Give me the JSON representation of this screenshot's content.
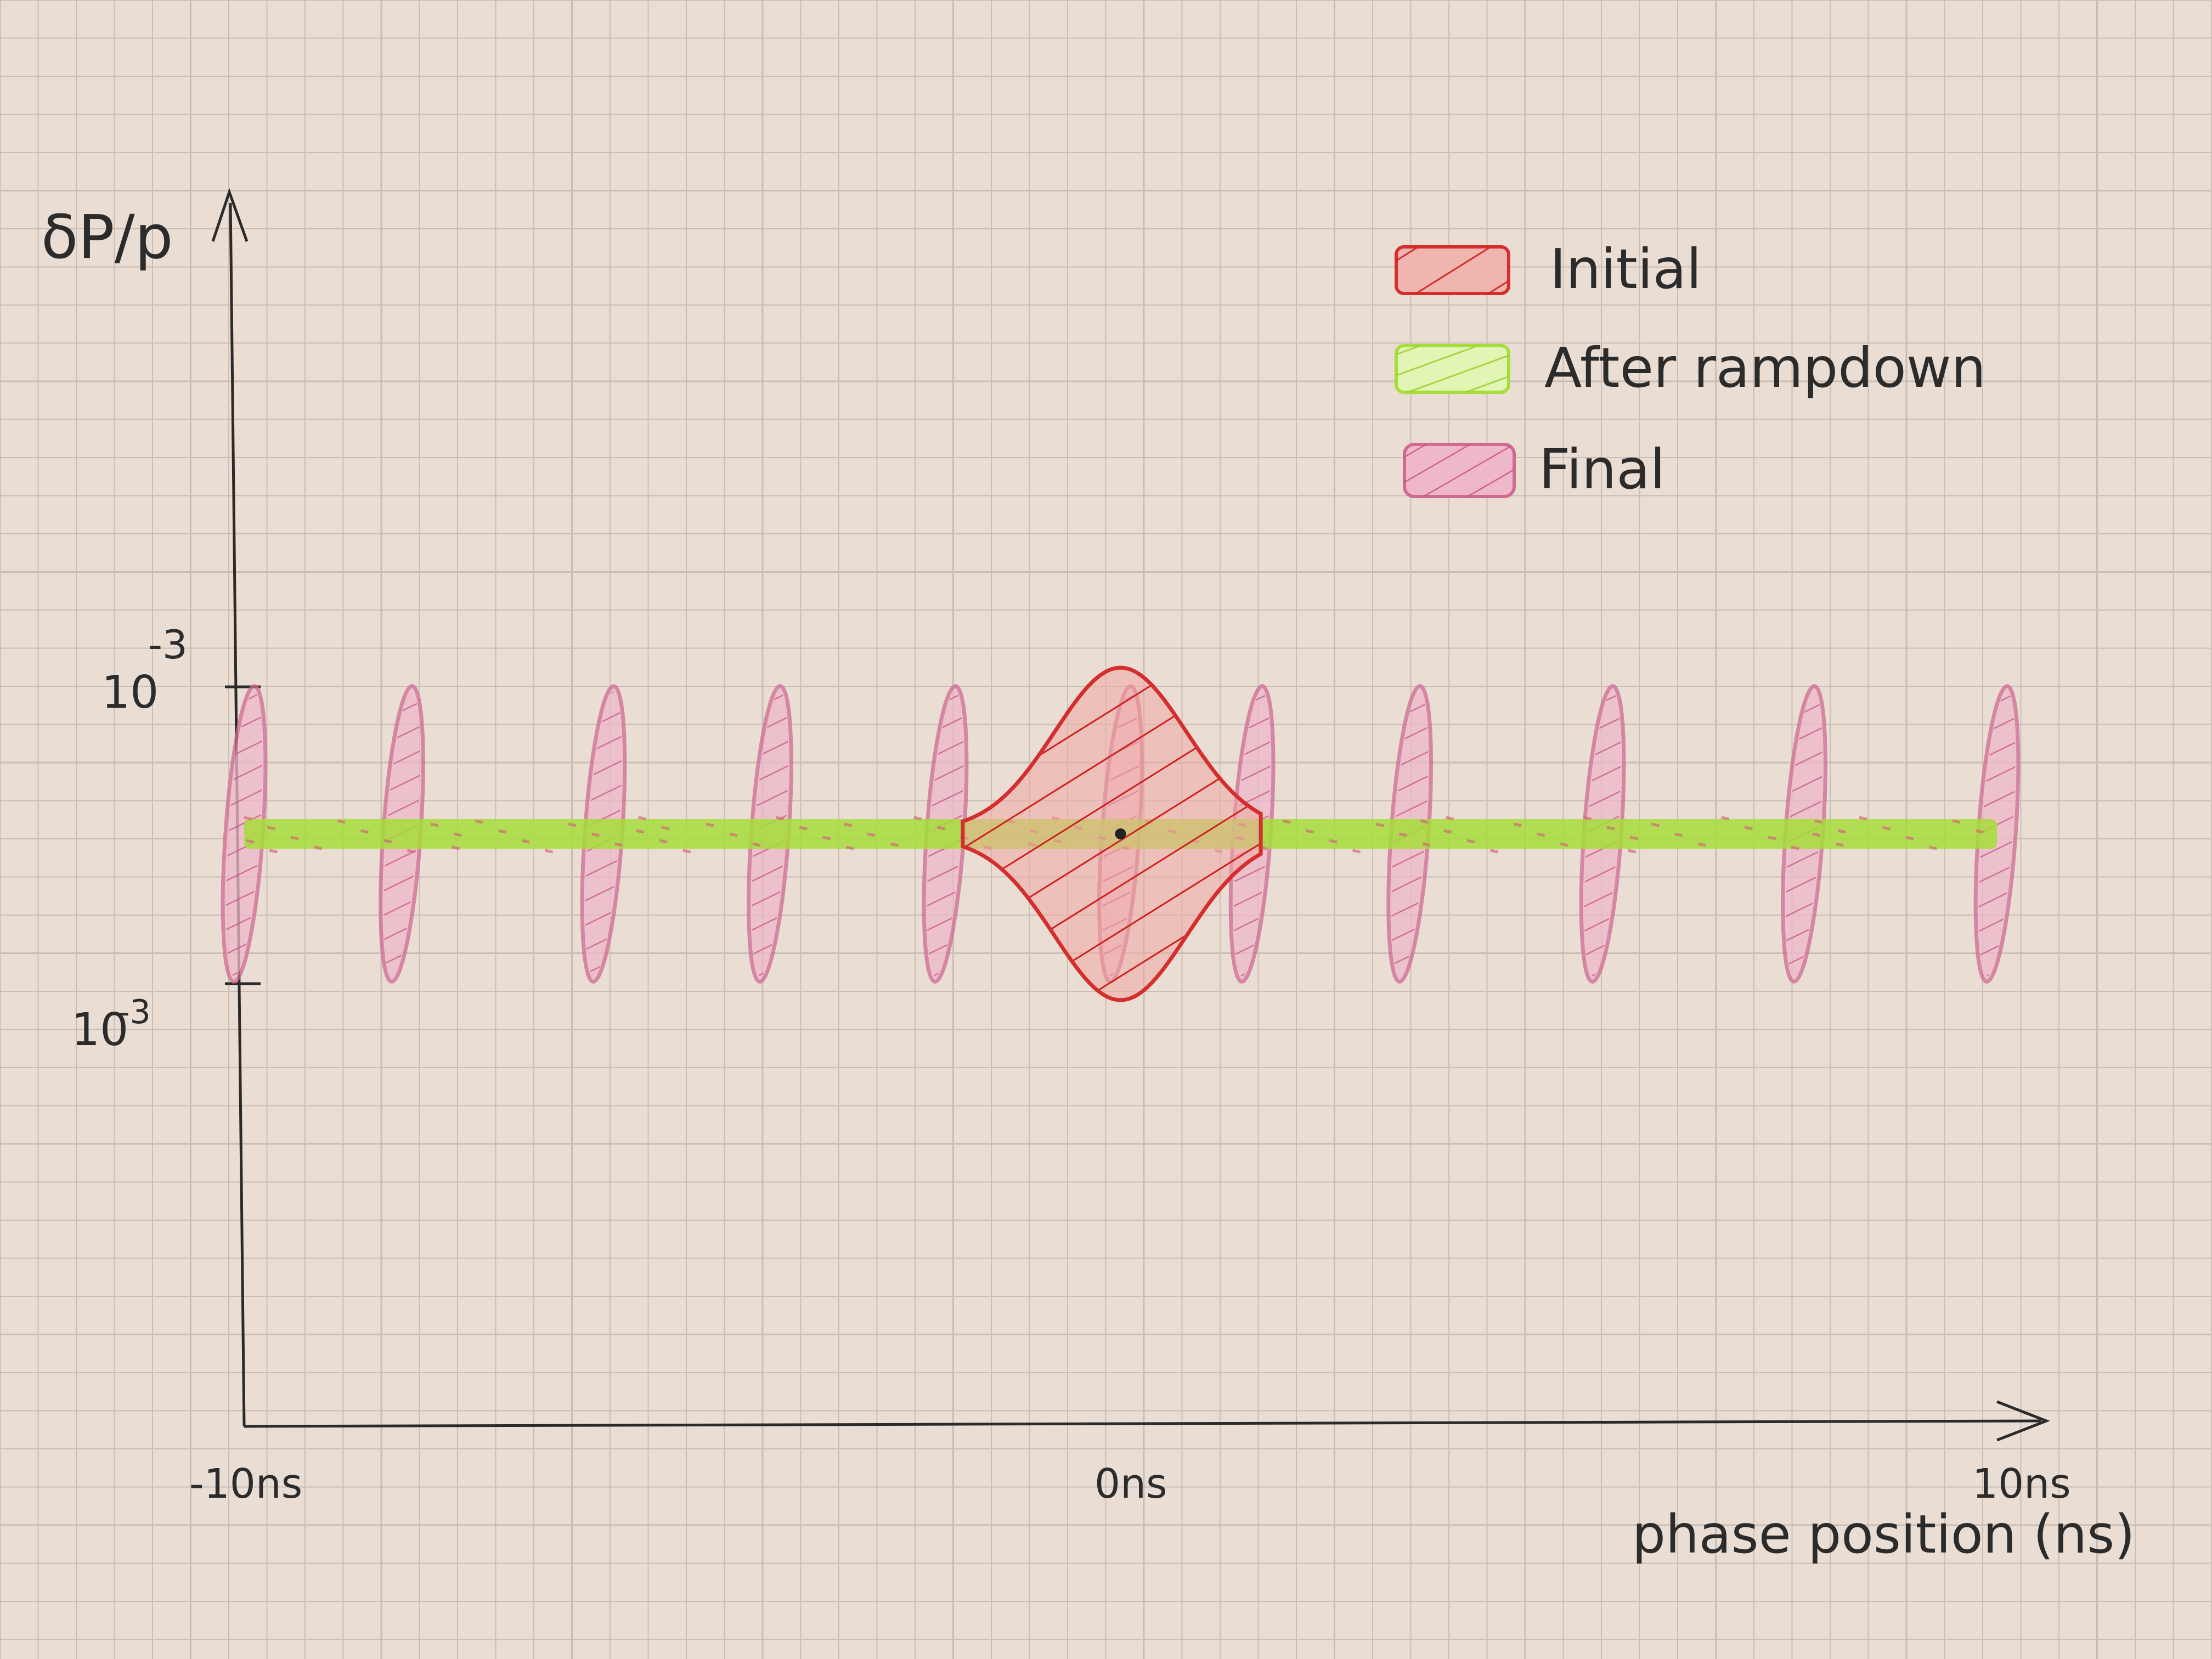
{
  "chart_data": {
    "type": "scatter",
    "ylabel": "δP/p",
    "xlabel": "phase position (ns)",
    "x_ticks": [
      "-10ns",
      "0ns",
      "10ns"
    ],
    "y_ticks": [
      {
        "base": "10",
        "exp": "-3"
      },
      {
        "base": "10",
        "exp": "-3"
      }
    ],
    "xlim": [
      -10,
      10
    ],
    "ylim_labels": [
      0.001,
      -0.001
    ],
    "grid": true,
    "legend_position": "top-right",
    "legend": [
      {
        "label": "Initial",
        "color": "#d42e2e"
      },
      {
        "label": "After rampdown",
        "color": "#a6dd3a"
      },
      {
        "label": "Final",
        "color": "#cf6a92"
      }
    ],
    "series": [
      {
        "name": "Initial",
        "color": "#d42e2e",
        "shape": "gaussian-bunch",
        "center_x": 0,
        "x_extent": [
          -1.8,
          1.6
        ],
        "dp_extent": [
          -0.0011,
          0.0011
        ]
      },
      {
        "name": "After rampdown",
        "color": "#a6dd3a",
        "shape": "coasting-band",
        "x_extent": [
          -10,
          10
        ],
        "dp_halfwidth": 0.0001
      },
      {
        "name": "Final",
        "color": "#cf6a92",
        "shape": "bunch-ellipses",
        "x_centers": [
          -10,
          -8.2,
          -5.9,
          -4.0,
          -2.0,
          0,
          1.5,
          3.3,
          5.5,
          7.8,
          10
        ],
        "dp_halfheight": 0.001
      }
    ]
  }
}
